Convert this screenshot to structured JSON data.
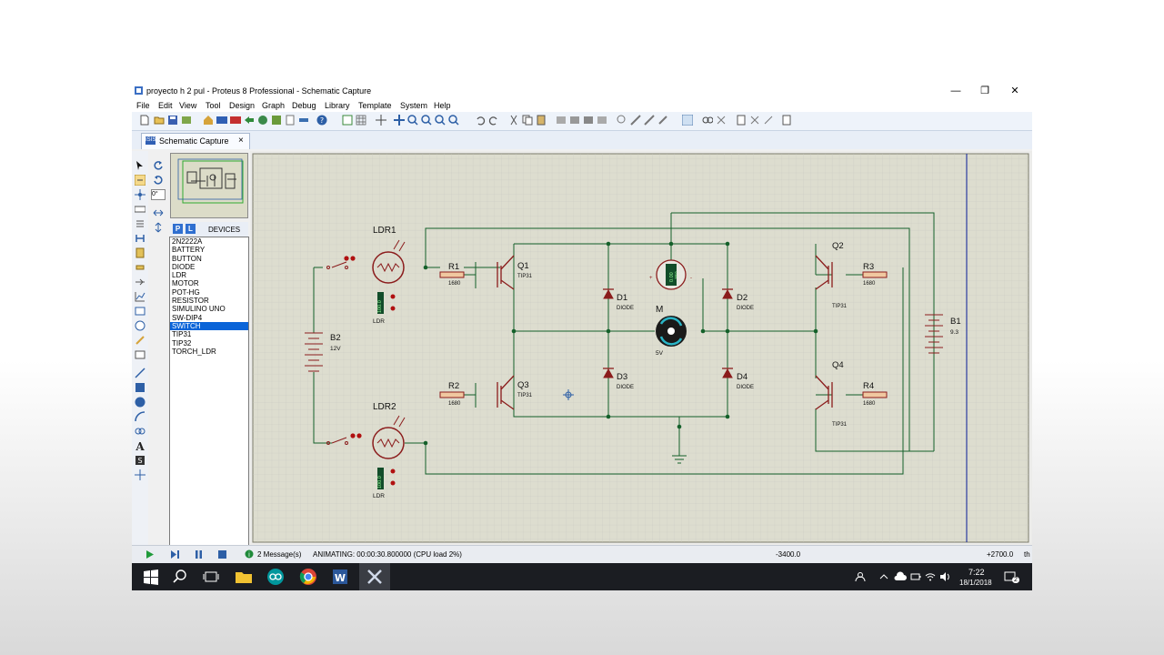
{
  "window": {
    "title": "proyecto h 2 pul - Proteus 8 Professional - Schematic Capture"
  },
  "menu": [
    "File",
    "Edit",
    "View",
    "Tool",
    "Design",
    "Graph",
    "Debug",
    "Library",
    "Template",
    "System",
    "Help"
  ],
  "tab": {
    "label": "Schematic Capture",
    "close": "×"
  },
  "rotation_field": "0°",
  "devices": {
    "p_label": "P",
    "l_label": "L",
    "title": "DEVICES",
    "items": [
      "2N2222A",
      "BATTERY",
      "BUTTON",
      "DIODE",
      "LDR",
      "MOTOR",
      "POT-HG",
      "RESISTOR",
      "SIMULINO UNO",
      "SW-DIP4",
      "SWITCH",
      "TIP31",
      "TIP32",
      "TORCH_LDR"
    ],
    "selected": "SWITCH"
  },
  "schematic": {
    "ldr1": "LDR1",
    "ldr1_sub": "LDR",
    "ldr2": "LDR2",
    "ldr2_sub": "LDR",
    "b2": "B2",
    "b2_value": "12V",
    "b1": "B1",
    "b1_value": "9.3",
    "r1": "R1",
    "r1_value": "1680",
    "r2": "R2",
    "r2_value": "1680",
    "r3": "R3",
    "r3_value": "1680",
    "r4": "R4",
    "r4_value": "1680",
    "q1": "Q1",
    "q1_part": "TIP31",
    "q2": "Q2",
    "q2_part": "TIP31",
    "q3": "Q3",
    "q3_part": "TIP31",
    "q4": "Q4",
    "q4_part": "TIP31",
    "d1": "D1",
    "d1_part": "DIODE",
    "d2": "D2",
    "d2_part": "DIODE",
    "d3": "D3",
    "d3_part": "DIODE",
    "d4": "D4",
    "d4_part": "DIODE",
    "m": "M",
    "m_value": "5V",
    "voltmeter": "0.00",
    "voltmeter_unit": "Volts",
    "probe1": "100.0",
    "probe2": "100.0"
  },
  "status": {
    "messages": "2 Message(s)",
    "animating": "ANIMATING: 00:00:30.800000 (CPU load 2%)",
    "coord_x": "-3400.0",
    "coord_y": "+2700.0",
    "trail": "th"
  },
  "taskbar": {
    "time": "7:22",
    "date": "18/1/2018",
    "notifications": "2"
  },
  "colors": {
    "wire": "#14602a",
    "component": "#8b1c1c",
    "grid_bg": "#ececea",
    "selection": "#0a64d8"
  }
}
